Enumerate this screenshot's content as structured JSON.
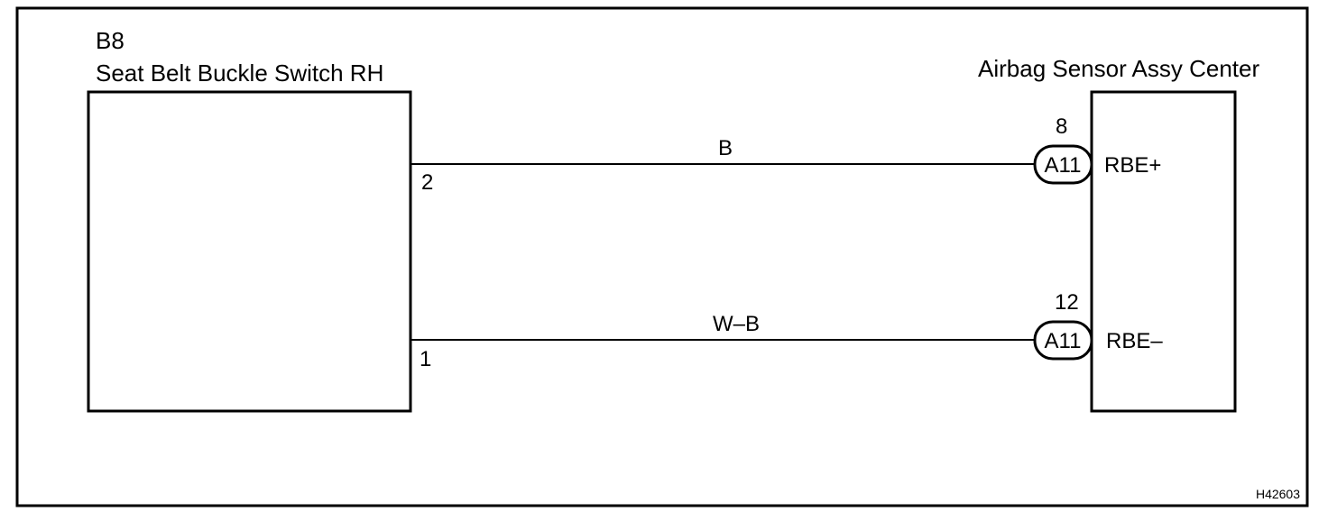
{
  "left_component": {
    "code": "B8",
    "name": "Seat Belt Buckle Switch RH",
    "pins": [
      "2",
      "1"
    ]
  },
  "right_component": {
    "name": "Airbag Sensor Assy Center"
  },
  "wires": [
    {
      "color_code": "B",
      "connector": "A11",
      "connector_pin": "8",
      "terminal": "RBE+"
    },
    {
      "color_code": "W–B",
      "connector": "A11",
      "connector_pin": "12",
      "terminal": "RBE–"
    }
  ],
  "figure_id": "H42603"
}
